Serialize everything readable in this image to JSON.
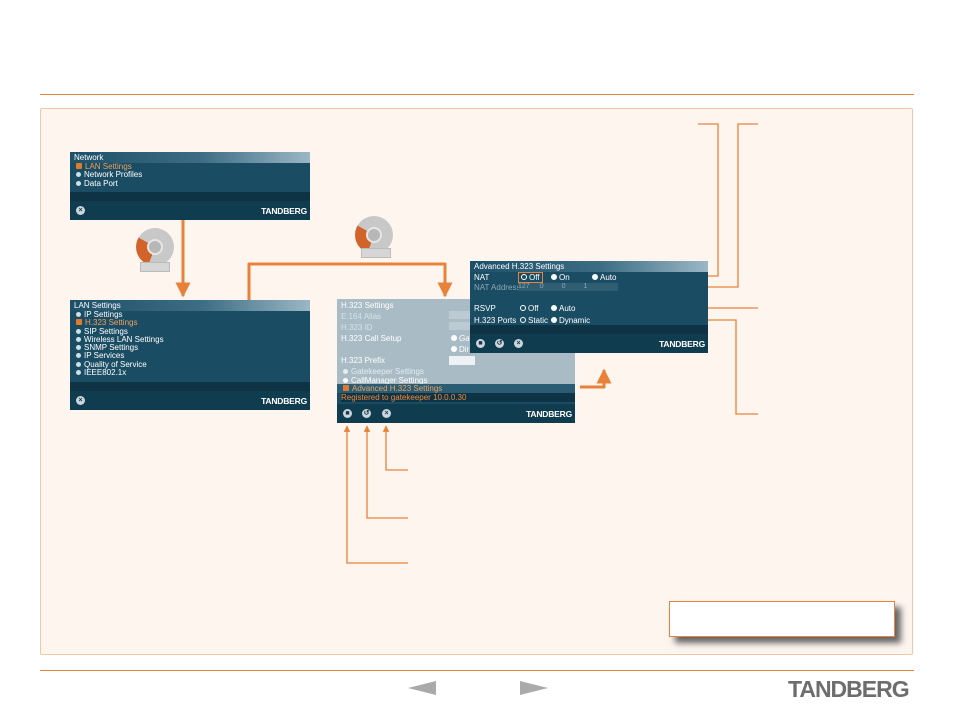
{
  "colors": {
    "accent": "#e8823a",
    "screen": "#1a4d63",
    "panel": "#fdf5ee"
  },
  "icons": [
    "remote-control-icon",
    "save-icon",
    "reset-icon",
    "exit-icon",
    "arrow-left-icon",
    "arrow-right-icon"
  ],
  "network": {
    "title": "Network",
    "items": [
      "LAN Settings",
      "Network Profiles",
      "Data Port"
    ],
    "selected": 0,
    "brand": "TANDBERG"
  },
  "lan": {
    "title": "LAN Settings",
    "items": [
      "IP Settings",
      "H.323 Settings",
      "SIP Settings",
      "Wireless LAN Settings",
      "SNMP Settings",
      "IP Services",
      "Quality of Service",
      "IEEE802.1x"
    ],
    "selected": 1,
    "brand": "TANDBERG"
  },
  "h323": {
    "title": "H.323 Settings",
    "e164_label": "E.164 Alias",
    "id_label": "H.323 ID",
    "call_setup_label": "H.323 Call Setup",
    "call_setup_opt1": "Gat",
    "call_setup_opt2": "Dir",
    "prefix_label": "H.323 Prefix",
    "items": [
      "Gatekeeper Settings",
      "CallManager Settings",
      "Advanced H.323 Settings"
    ],
    "status": "Registered to gatekeeper 10.0.0.30",
    "brand": "TANDBERG"
  },
  "adv": {
    "title": "Advanced H.323 Settings",
    "nat_label": "NAT",
    "nat_opts": [
      "Off",
      "On",
      "Auto"
    ],
    "nat_address_label": "NAT Address",
    "nat_address": [
      "127",
      "0",
      "0",
      "1"
    ],
    "rsvp_label": "RSVP",
    "rsvp_opts": [
      "Off",
      "Auto"
    ],
    "ports_label": "H.323 Ports",
    "ports_opts": [
      "Static",
      "Dynamic"
    ],
    "brand": "TANDBERG"
  },
  "footer": {
    "brand": "TANDBERG"
  }
}
